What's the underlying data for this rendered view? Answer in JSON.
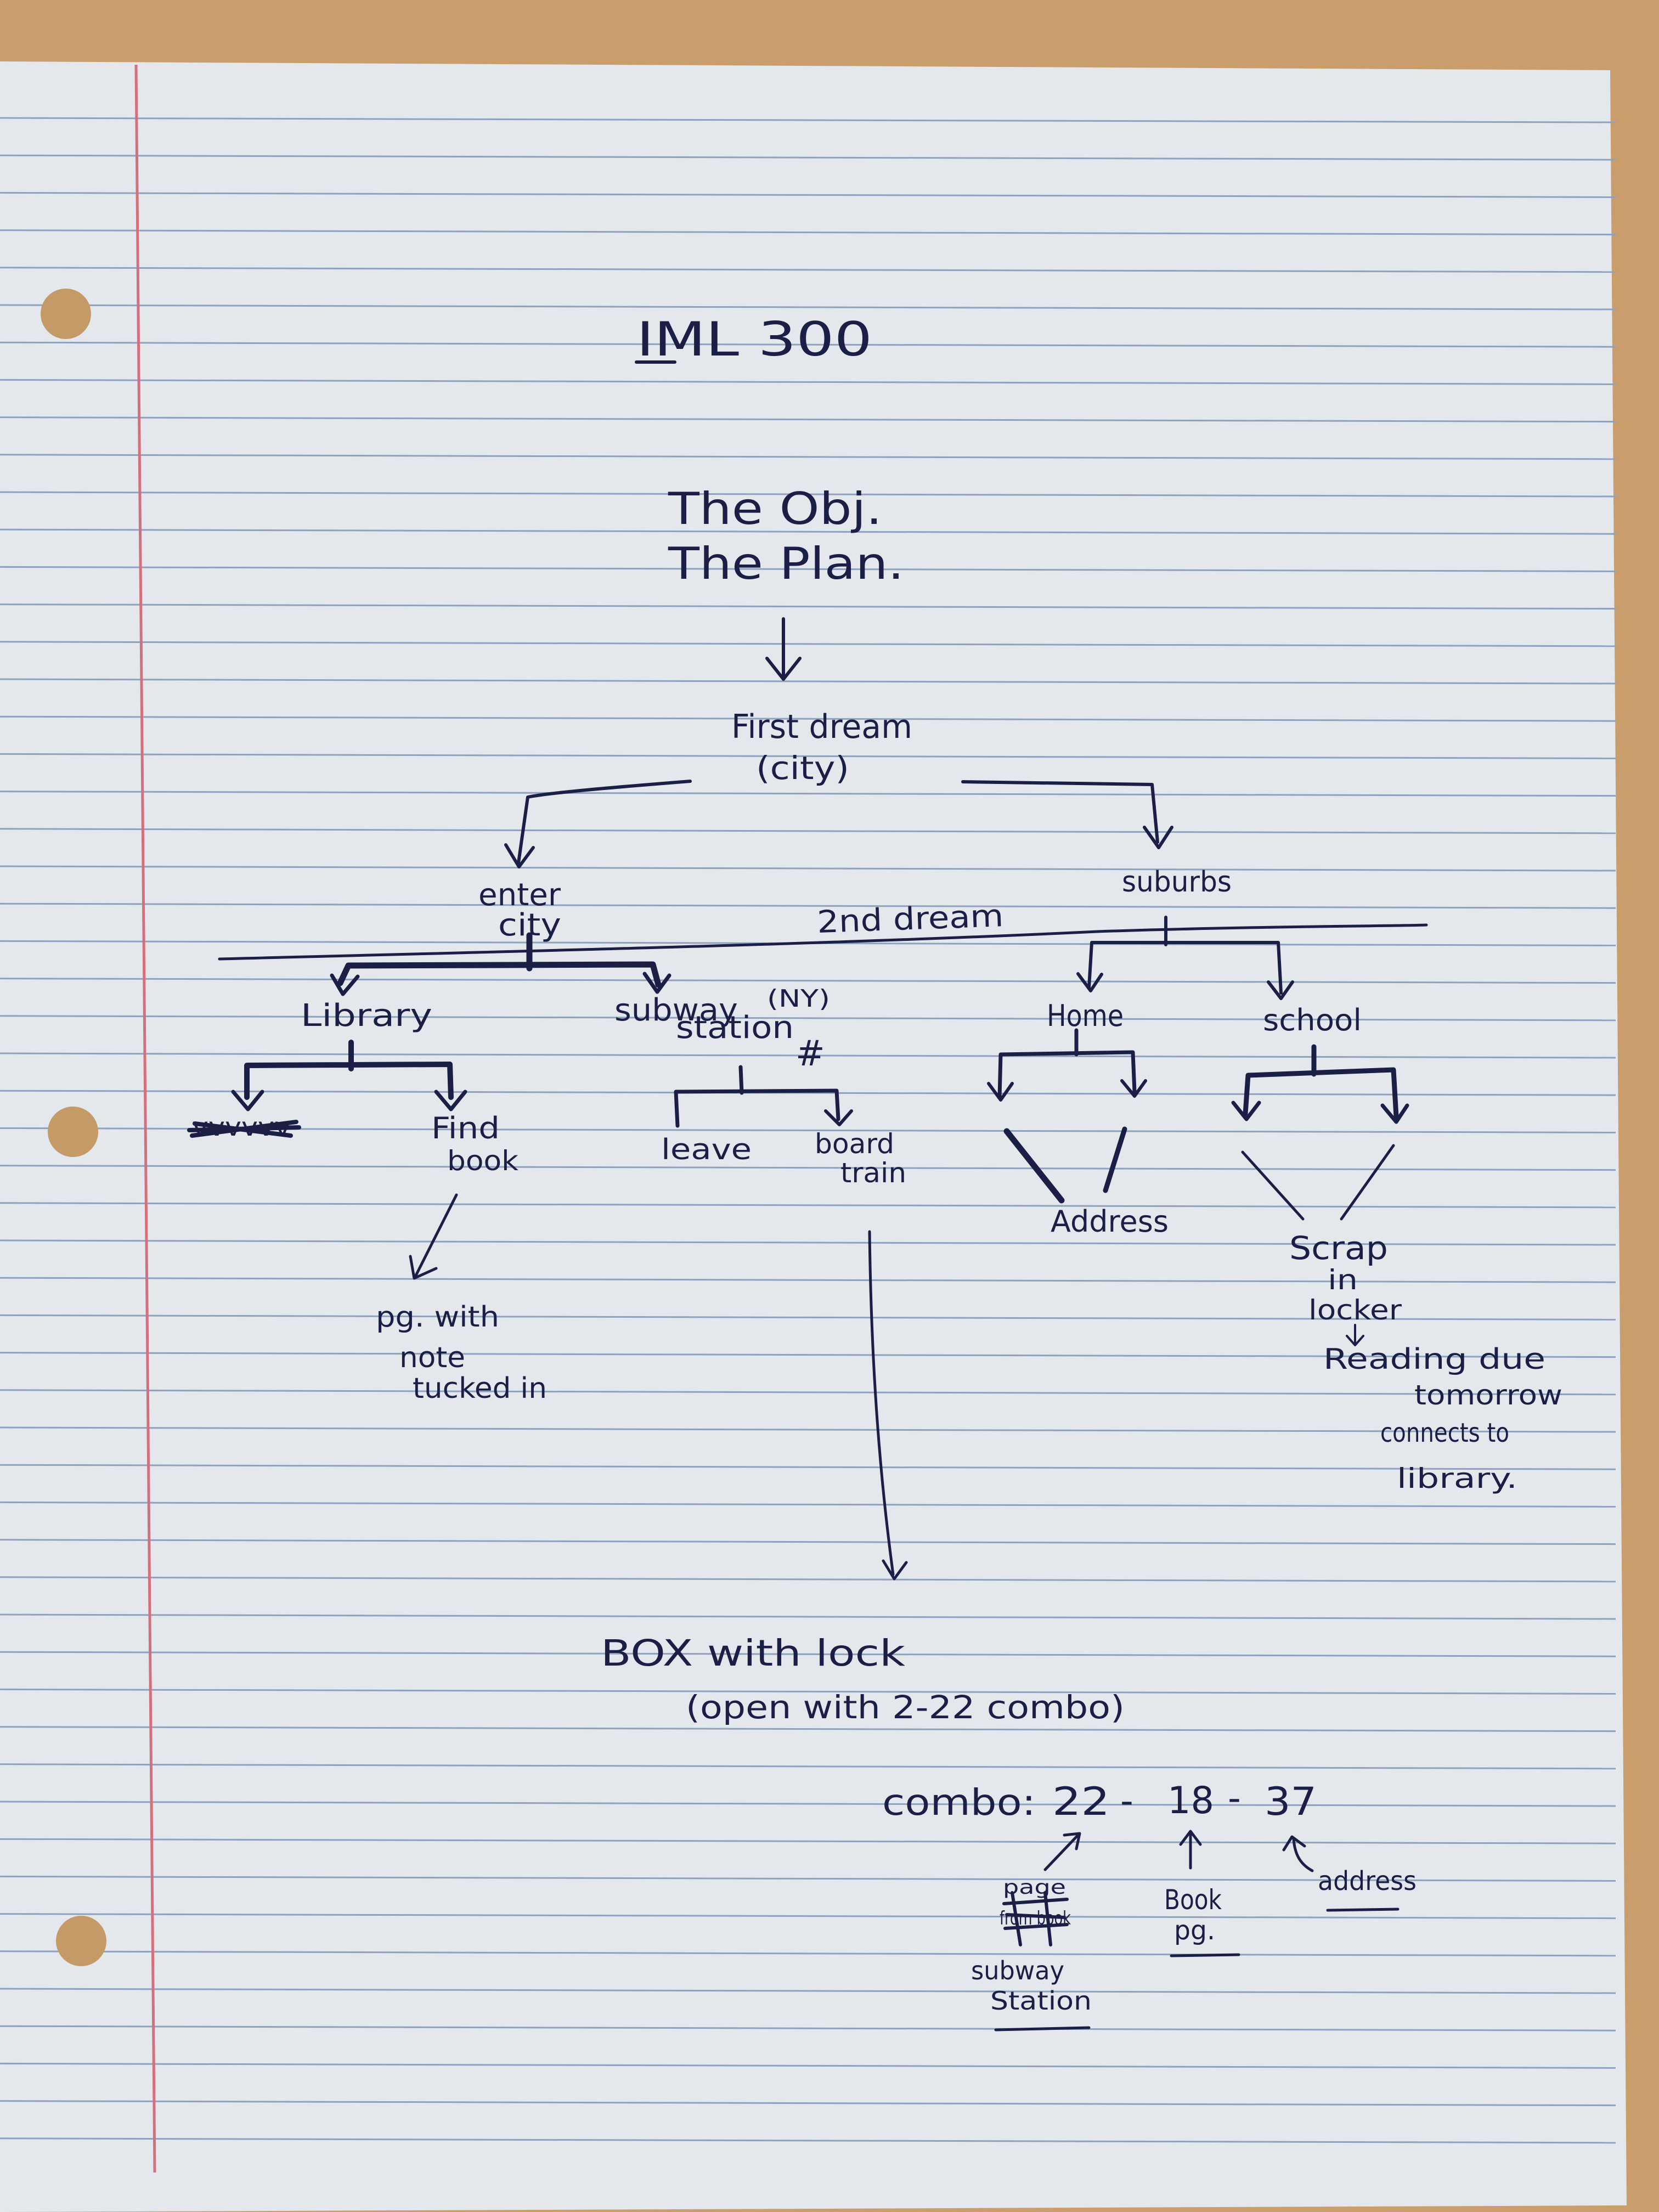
{
  "colors": {
    "desk": "#c99e6c",
    "paper": "#e4e8ed",
    "ruled_line": "#8fa2bd",
    "margin_line": "#d4707e",
    "ink": "#1c1f45"
  },
  "heading": {
    "course": "IML 300"
  },
  "intro": {
    "line1": "The  Obj.",
    "line2": "The  Plan."
  },
  "root": {
    "line1": "First dream",
    "line2": "(city)"
  },
  "level1": {
    "left": {
      "line1": "enter",
      "line2": "city"
    },
    "right": "suburbs"
  },
  "divider_label": "2nd  dream",
  "branches": {
    "library": {
      "label": "Library",
      "child_struck": "vvvvvv",
      "child_find": {
        "line1": "Find",
        "line2": "book"
      }
    },
    "subway": {
      "line1": "subway",
      "line2": "station",
      "tag": "(NY)",
      "hash": "#",
      "child_leave": "leave",
      "child_board": {
        "line1": "board",
        "line2": "train"
      }
    },
    "home": {
      "label": "Home",
      "merge": "Address"
    },
    "school": {
      "label": "school",
      "merge": {
        "line1": "Scrap",
        "line2": "in",
        "line3": "locker"
      }
    }
  },
  "notes": {
    "page": {
      "line1": "pg. with",
      "line2": "note",
      "line3": "tucked in"
    },
    "reading": {
      "line1": "Reading due",
      "line2": "tomorrow",
      "line3": "connects to",
      "line4": "library."
    }
  },
  "box": {
    "line1": "BOX  with lock",
    "line2": "(open with 2-22 combo)"
  },
  "combo": {
    "prefix": "combo:",
    "digits": [
      "22",
      "18",
      "37"
    ],
    "separator": "-",
    "sources": [
      {
        "struck": "page",
        "struck2": "from book",
        "line1": "subway",
        "line2": "Station"
      },
      {
        "line1": "Book",
        "line2": "pg."
      },
      {
        "line1": "address"
      }
    ]
  }
}
